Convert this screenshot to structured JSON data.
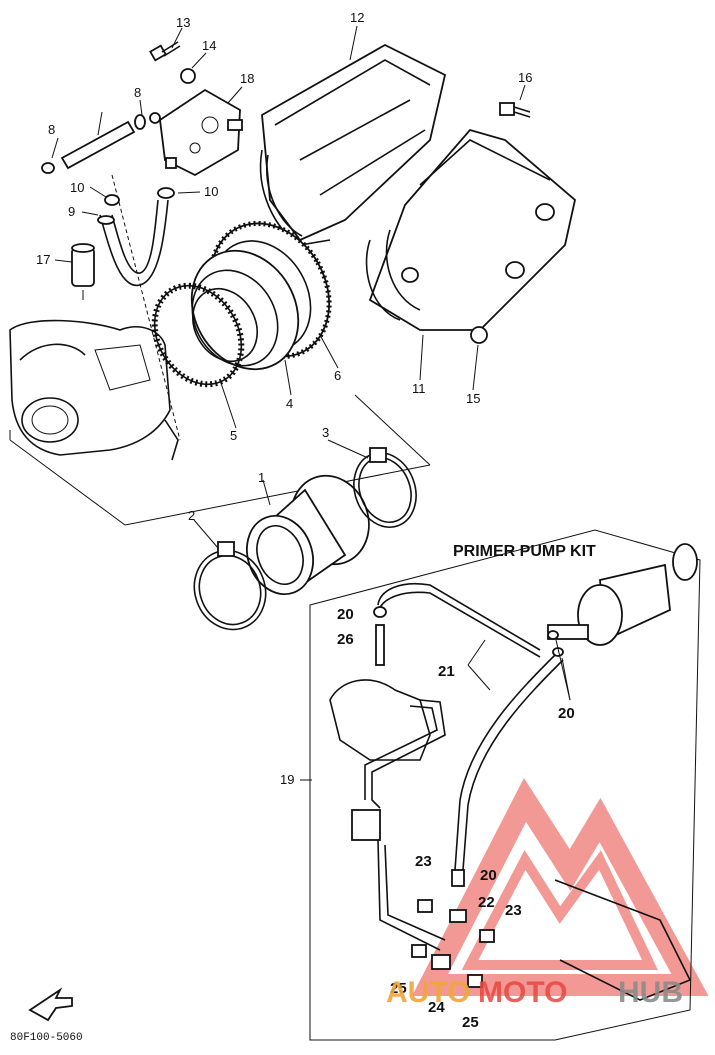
{
  "diagram": {
    "kit_title": "PRIMER PUMP KIT",
    "part_number": "80F100-5060",
    "labels": {
      "l1": "1",
      "l2": "2",
      "l3": "3",
      "l4": "4",
      "l5": "5",
      "l6": "6",
      "l8a": "8",
      "l8b": "8",
      "l9": "9",
      "l10a": "10",
      "l10b": "10",
      "l11": "11",
      "l12": "12",
      "l13": "13",
      "l14": "14",
      "l15": "15",
      "l16": "16",
      "l17": "17",
      "l18": "18",
      "l19": "19",
      "l20a": "20",
      "l20b": "20",
      "l20c": "20",
      "l21": "21",
      "l22": "22",
      "l23a": "23",
      "l23b": "23",
      "l24": "24",
      "l25a": "25",
      "l25b": "25",
      "l26": "26"
    },
    "watermark": {
      "part1": "AUTO",
      "part2": "MOTO",
      "part3": "HUB"
    },
    "colors": {
      "watermark_red": "#e9463f",
      "watermark_orange": "#f3a53b",
      "watermark_gray": "#8c8c8c",
      "line": "#111111"
    }
  }
}
